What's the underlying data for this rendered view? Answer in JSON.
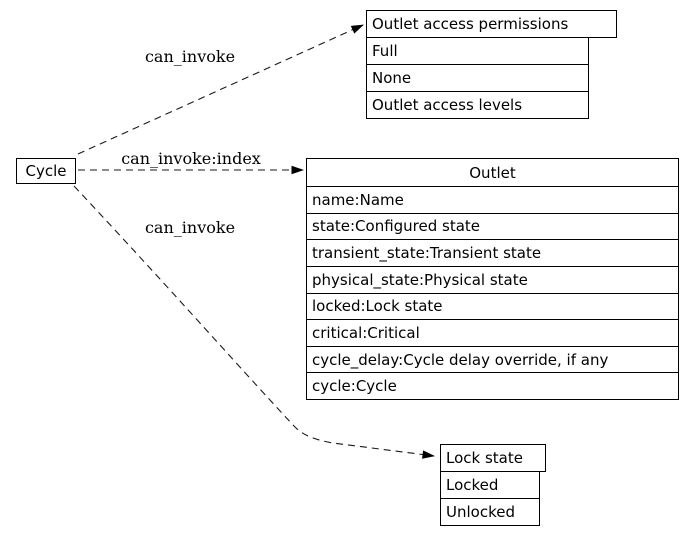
{
  "diagram": {
    "colors": {
      "background": "#ffffff",
      "line": "#000000",
      "text": "#000000"
    },
    "nodes": {
      "cycle": {
        "label": "Cycle"
      },
      "outlet_access_permissions": {
        "title": "Outlet access permissions",
        "rows": [
          "Full",
          "None",
          "Outlet access levels"
        ]
      },
      "outlet": {
        "title": "Outlet",
        "rows": [
          "name:Name",
          "state:Configured state",
          "transient_state:Transient state",
          "physical_state:Physical state",
          "locked:Lock state",
          "critical:Critical",
          "cycle_delay:Cycle delay override, if any",
          "cycle:Cycle"
        ]
      },
      "lock_state": {
        "title": "Lock state",
        "rows": [
          "Locked",
          "Unlocked"
        ]
      }
    },
    "edges": [
      {
        "label": "can_invoke",
        "from": "Cycle",
        "to": "Outlet access permissions"
      },
      {
        "label": "can_invoke:index",
        "from": "Cycle",
        "to": "Outlet"
      },
      {
        "label": "can_invoke",
        "from": "Cycle",
        "to": "Lock state"
      }
    ]
  }
}
